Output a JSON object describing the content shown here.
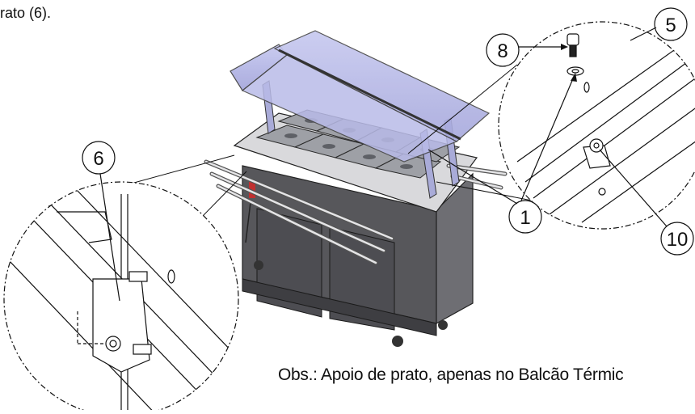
{
  "caption_top": "rato (6).",
  "note": "Obs.: Apoio de prato, apenas no Balcão Térmic",
  "callouts": {
    "c1": "1",
    "c5": "5",
    "c6": "6",
    "c8": "8",
    "c10": "10"
  },
  "colors": {
    "canopy": "#b7b9e6",
    "cabinet": "#5a5a5e",
    "line": "#111111"
  }
}
